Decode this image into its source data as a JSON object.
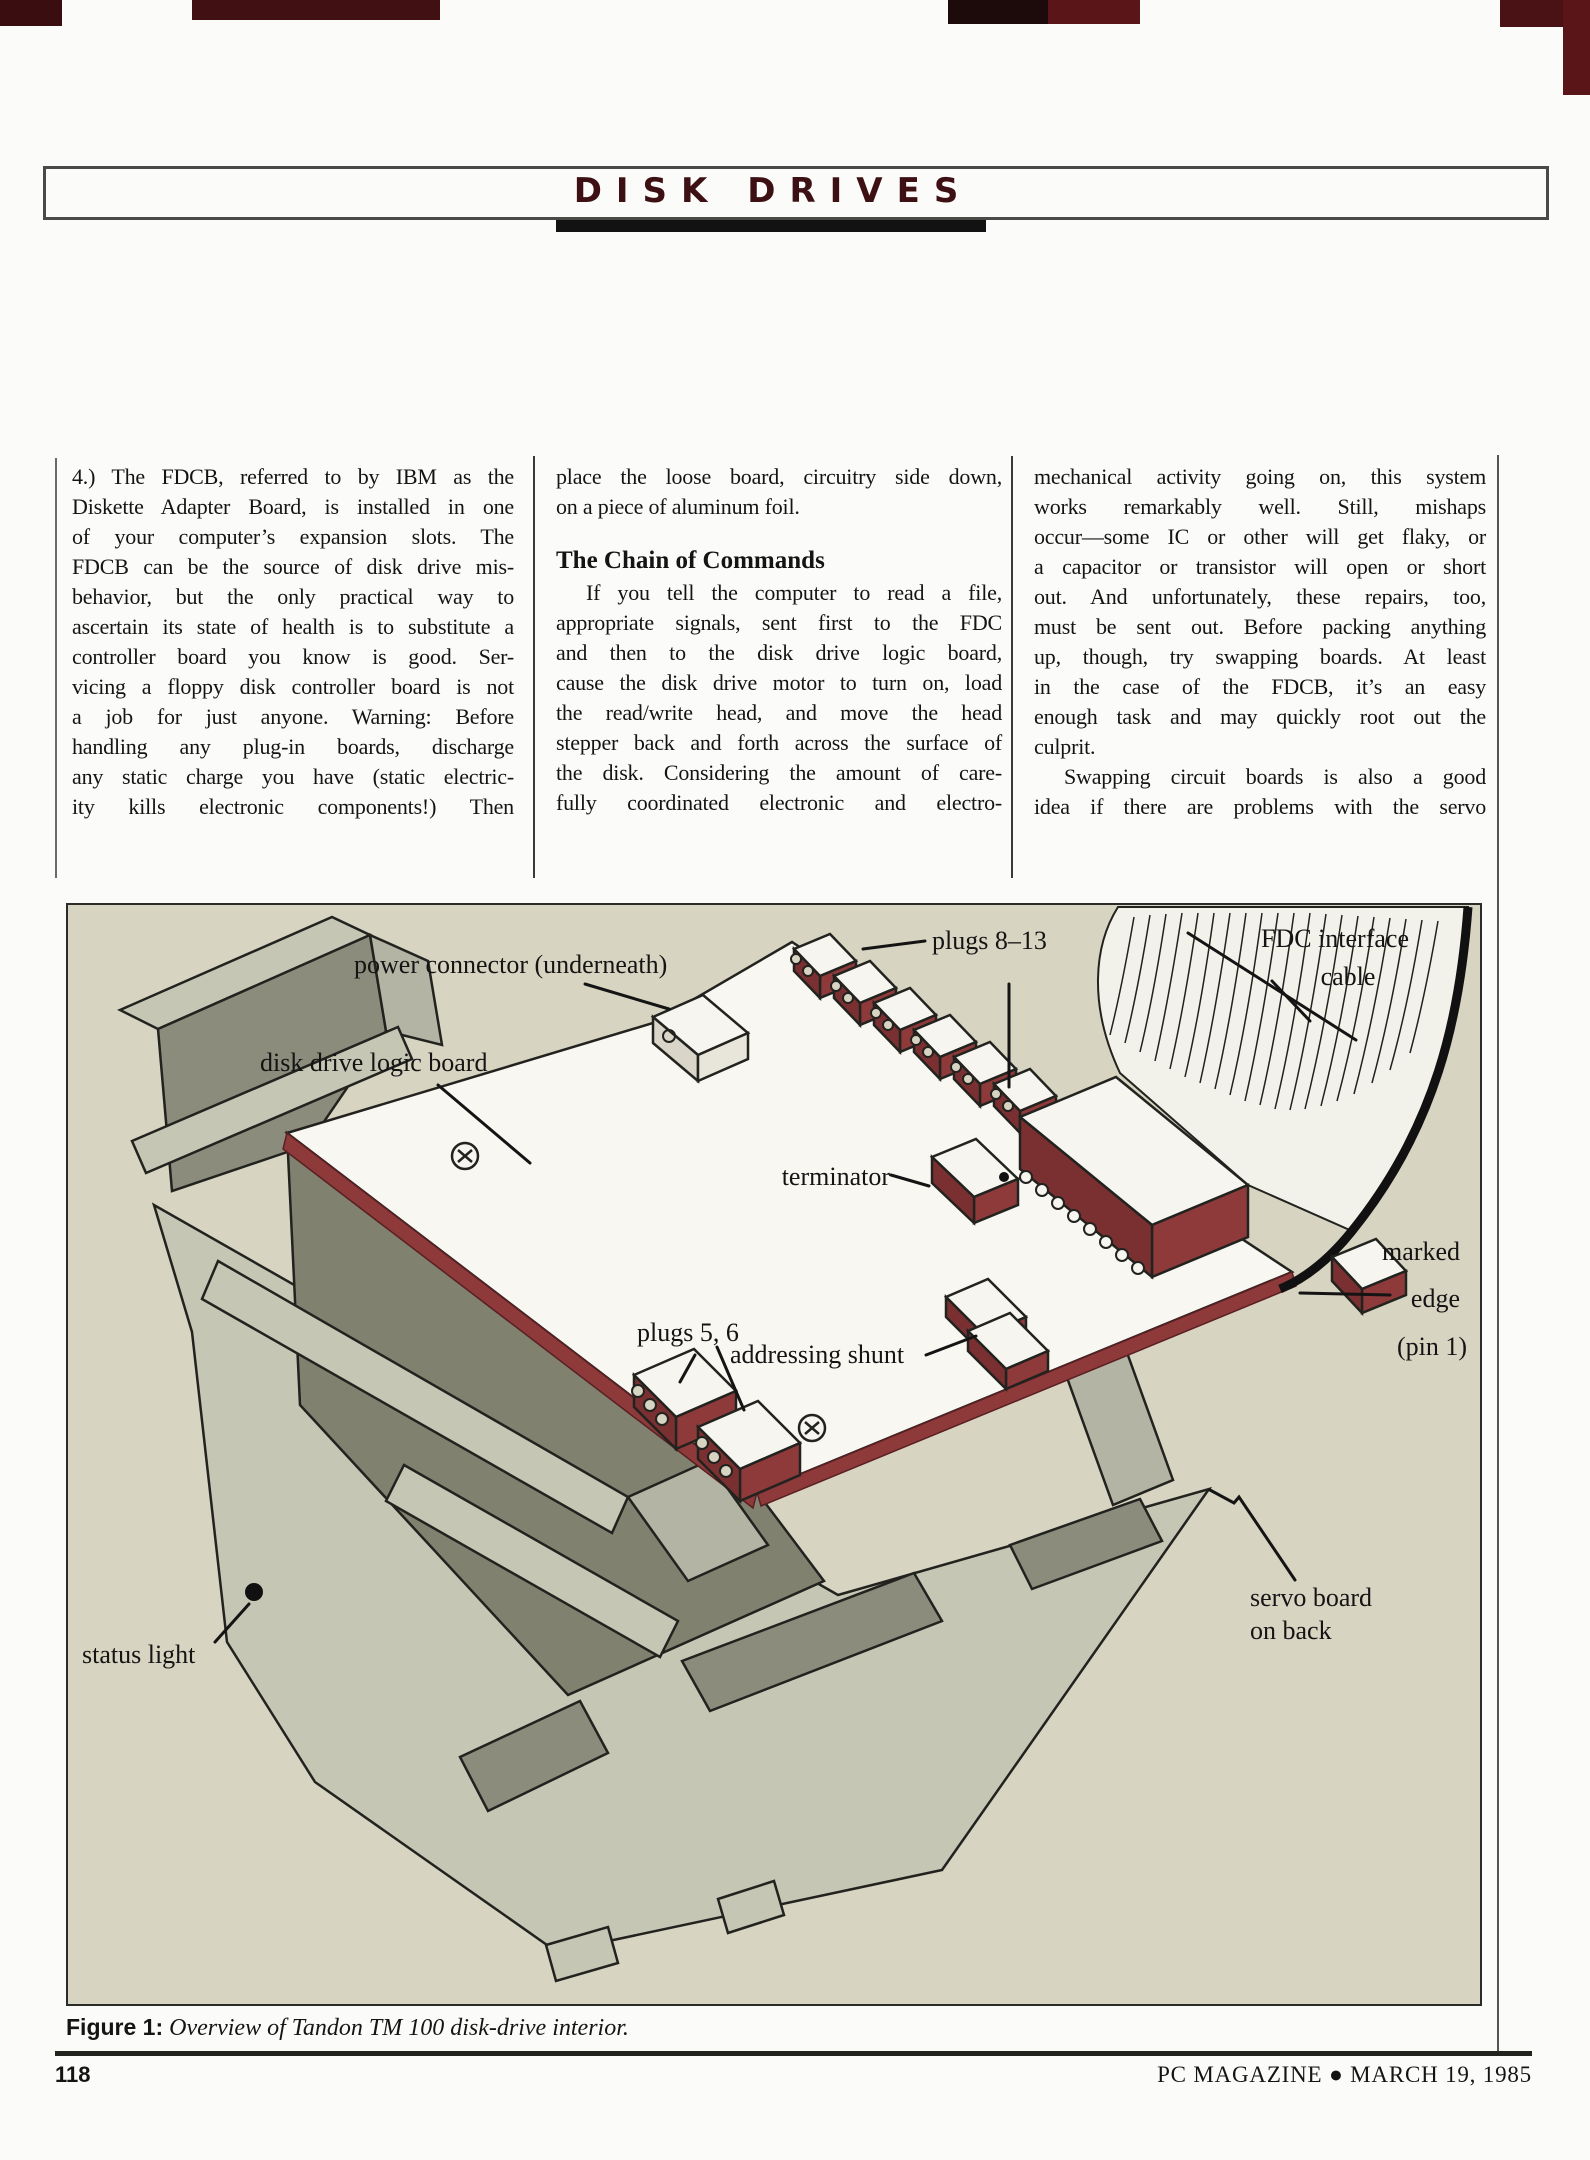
{
  "header": {
    "title": "DISK DRIVES",
    "accent_color": "#3d1014"
  },
  "article": {
    "col1": {
      "lines": [
        "4.) The FDCB, referred to by IBM as the",
        "Diskette Adapter Board, is installed in one",
        "of your computer’s expansion slots. The",
        "FDCB can be the source of disk drive mis-",
        "behavior, but the only practical way to",
        "ascertain its state of health is to substitute a",
        "controller board you know is good. Ser-",
        "vicing a floppy disk controller board is not",
        "a job for just anyone. Warning: Before",
        "handling any plug-in boards, discharge",
        "any static charge you have (static electric-",
        "ity kills electronic components!) Then"
      ]
    },
    "col2": {
      "para1_lines": [
        "place the loose board, circuitry side down,",
        "on a piece of aluminum foil."
      ],
      "heading": "The Chain of Commands",
      "para2_lines": [
        "If you tell the computer to read a file,",
        "appropriate signals, sent first to the FDC",
        "and then to the disk drive logic board,",
        "cause the disk drive motor to turn on, load",
        "the read/write head, and move the head",
        "stepper back and forth across the surface of",
        "the disk. Considering the amount of care-",
        "fully coordinated electronic and electro-"
      ]
    },
    "col3": {
      "para1_lines": [
        "mechanical activity going on, this system",
        "works remarkably well. Still, mishaps",
        "occur—some IC or other will get flaky, or",
        "a capacitor or transistor will open or short",
        "out. And unfortunately, these repairs, too,",
        "must be sent out. Before packing anything",
        "up, though, try swapping boards. At least",
        "in the case of the FDCB, it’s an easy",
        "enough task and may quickly root out the",
        "culprit."
      ],
      "para2_lines": [
        "Swapping circuit boards is also a good",
        "idea if there are problems with the servo"
      ]
    },
    "ragged": [
      "on a piece of aluminum foil.",
      "culprit."
    ],
    "indented": [
      "If you tell the computer to read a file,",
      "Swapping circuit boards is also a good"
    ]
  },
  "figure": {
    "background_color": "#d8d4c2",
    "board_edge_color": "#8e3a3b",
    "chassis_color": "#c6c6b5",
    "labels": {
      "power_connector": "power connector (underneath)",
      "logic_board": "disk drive logic board",
      "plugs_8_13": "plugs 8–13",
      "fdc_cable_line1": "FDC interface",
      "fdc_cable_line2": "cable",
      "terminator": "terminator",
      "marked_edge_line1": "marked",
      "marked_edge_line2": "edge",
      "marked_edge_line3": "(pin 1)",
      "addressing_shunt": "addressing shunt",
      "plugs_5_6": "plugs 5, 6",
      "status_light": "status light",
      "servo_line1": "servo board",
      "servo_line2": "on back"
    },
    "caption_label": "Figure 1:",
    "caption_text": " Overview of Tandon TM 100 disk-drive interior."
  },
  "footer": {
    "page_number": "118",
    "right_text": "PC MAGAZINE ● MARCH 19, 1985"
  }
}
